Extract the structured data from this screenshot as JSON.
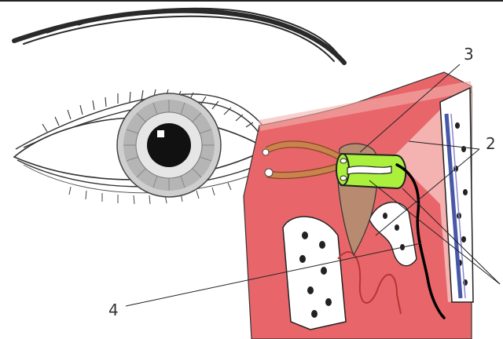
{
  "labels": {
    "three": "3",
    "two": "2",
    "four": "4"
  },
  "colors": {
    "tissue": "#e8666a",
    "tissue_light": "#f3b0ae",
    "sac": "#b88a70",
    "canaliculus": "#c8844a",
    "tube": "#aaf03c",
    "bone_fill": "#ffffff",
    "vessel": "#4858a8",
    "outline": "#222222"
  }
}
